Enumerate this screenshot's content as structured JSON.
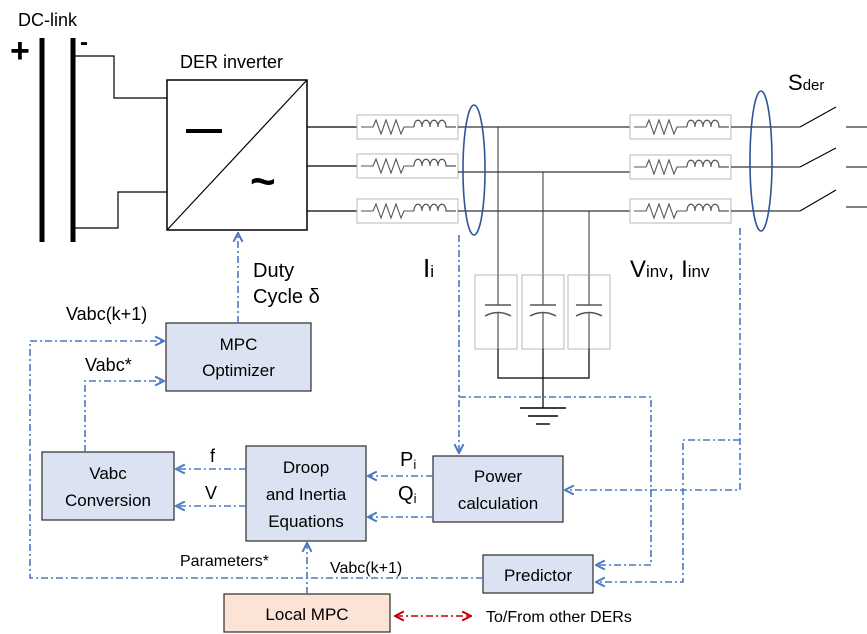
{
  "labels": {
    "dc_link": "DC-link",
    "plus": "+",
    "minus": "-",
    "der_inverter": "DER inverter",
    "inverter_minus": "—",
    "inverter_tilde": "~",
    "sder_main": "S",
    "sder_sub": "der",
    "current_i_main": "I",
    "current_i_sub": "i",
    "vinv_main": "V",
    "vinv_sub": "inv",
    "iinv_main": "I",
    "iinv_sub": "inv",
    "vinv_sep": ",",
    "duty_line1": "Duty",
    "duty_line2": "Cycle δ",
    "vabc_k1_top": "Vabc(k+1)",
    "vabc_star": "Vabc*",
    "f": "f",
    "v": "V",
    "p_main": "P",
    "p_sub": "i",
    "q_main": "Q",
    "q_sub": "i",
    "parameters": "Parameters*",
    "vabc_k1_bottom": "Vabc(k+1)",
    "to_from": "To/From other DERs"
  },
  "blocks": {
    "mpc_optimizer": [
      "MPC",
      "Optimizer"
    ],
    "vabc_conversion": [
      "Vabc",
      "Conversion"
    ],
    "droop": [
      "Droop",
      "and Inertia",
      "Equations"
    ],
    "power_calc": [
      "Power",
      "calculation"
    ],
    "predictor": [
      "Predictor"
    ],
    "local_mpc": [
      "Local MPC"
    ]
  },
  "colors": {
    "signal": "#4a78c2",
    "external_link": "#c00000",
    "block_fill": "#dbe3f3",
    "local_mpc_fill": "#fbe3d6"
  }
}
